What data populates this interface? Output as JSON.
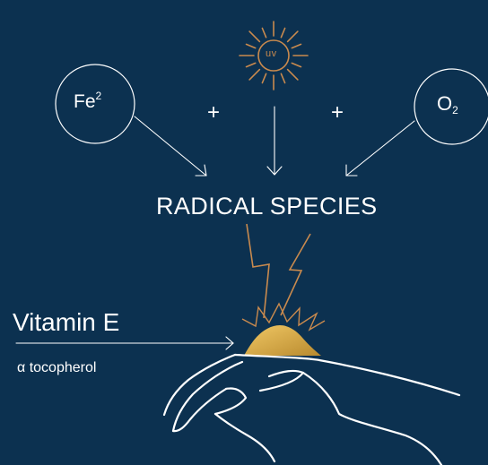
{
  "iron": {
    "symbol": "Fe",
    "charge": "2"
  },
  "oxygen": {
    "symbol": "O",
    "subscript": "2"
  },
  "sun": {
    "label": "UV",
    "label_display": "uv"
  },
  "operators": {
    "plus_left": "+",
    "plus_right": "+"
  },
  "result": {
    "label": "RADICAL SPECIES"
  },
  "antioxidant": {
    "name": "Vitamin E",
    "form": "α tocopherol"
  },
  "colors": {
    "background": "#0c3150",
    "line": "#ffffff",
    "accent_orange": "#c98a4e",
    "accent_gold": "#d9a441"
  },
  "icons": [
    "sun-icon",
    "lightning-icon",
    "hand-icon",
    "impact-burst-icon",
    "arrow-icon"
  ]
}
